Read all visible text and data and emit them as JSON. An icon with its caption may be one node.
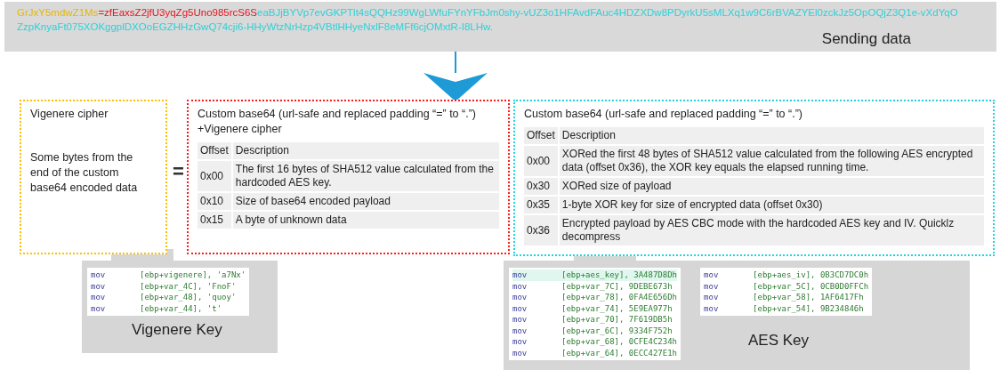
{
  "diagram": {
    "nodes": [
      {
        "text": [
          "GrJxY5mdwZ1Ms",
          "=zfEaxsZ2jfU3yqZg5Uno985rcS6S",
          "eaBJjBYVp7evGKPTlt4sQQHz99WgLWfuFYnYFbJm0shy-vUZ3o1HFAvdFAuc4HDZXDw8PDyrkU5sMLXq1w9C6rBVAZYEl0zckJz5OpOQjZ3Q1e-vXdYqOZzpKnyaFt075XOKggplDXOoEGZHHzGwQ74cji6-HHyWtzNrHzp4VBtlHHyeNxlF8eMFf6cjOMxtR-I8LHw.",
          "Sending data"
        ]
      },
      {
        "text": [
          "Vigenere cipher",
          "Some bytes from the end of the custom base64 encoded data"
        ]
      },
      {
        "text": [
          "Custom base64 (url-safe and replaced padding “=” to “.”) +Vigenere cipher",
          "Offset",
          "Description",
          "0x00",
          "The first 16 bytes of SHA512 value calculated from the hardcoded AES key.",
          "0x10",
          "Size of base64 encoded payload",
          "0x15",
          "A byte of unknown data"
        ]
      },
      {
        "text": [
          "Custom base64 (url-safe and replaced padding “=” to “.”)",
          "Offset",
          "Description",
          "0x00",
          "XORed the first 48 bytes of SHA512 value calculated from the following AES encrypted data (offset 0x36), the XOR key equals the elapsed running time.",
          "0x30",
          "XORed size of payload",
          "0x35",
          "1-byte XOR key for size of encrypted data (offset 0x30)",
          "0x36",
          "Encrypted payload by AES CBC mode with the hardcoded AES key and IV. Quicklz decompress"
        ]
      },
      {
        "text": [
          "mov [ebp+vigenere], 'a7Nx'",
          "mov [ebp+var_4C], 'FnoF'",
          "mov [ebp+var_48], 'quoy'",
          "mov [ebp+var_44], 't'",
          "Vigenere Key"
        ]
      },
      {
        "text": [
          "mov [ebp+aes_key], 3A487D8Dh",
          "mov [ebp+var_7C], 9DEBE673h",
          "mov [ebp+var_78], 0FA4E656Dh",
          "mov [ebp+var_74], 5E9EA977h",
          "mov [ebp+var_70], 7F619DB5h",
          "mov [ebp+var_6C], 9334F752h",
          "mov [ebp+var_68], 0CFE4C234h",
          "mov [ebp+var_64], 0ECC427E1h",
          "mov [ebp+aes_iv], 0B3CD7DC0h",
          "mov [ebp+var_5C], 0CB0D0FFCh",
          "mov [ebp+var_58], 1AF6417Fh",
          "mov [ebp+var_54], 9B234846h",
          "AES Key"
        ]
      }
    ],
    "edges": [
      {
        "from": 0,
        "to": 2,
        "arrow": "to",
        "color": "#1e9ad6"
      },
      {
        "from": 4,
        "to": 1,
        "arrow": "none"
      },
      {
        "from": 5,
        "to": 3,
        "arrow": "none"
      }
    ],
    "labels": [
      "="
    ]
  }
}
